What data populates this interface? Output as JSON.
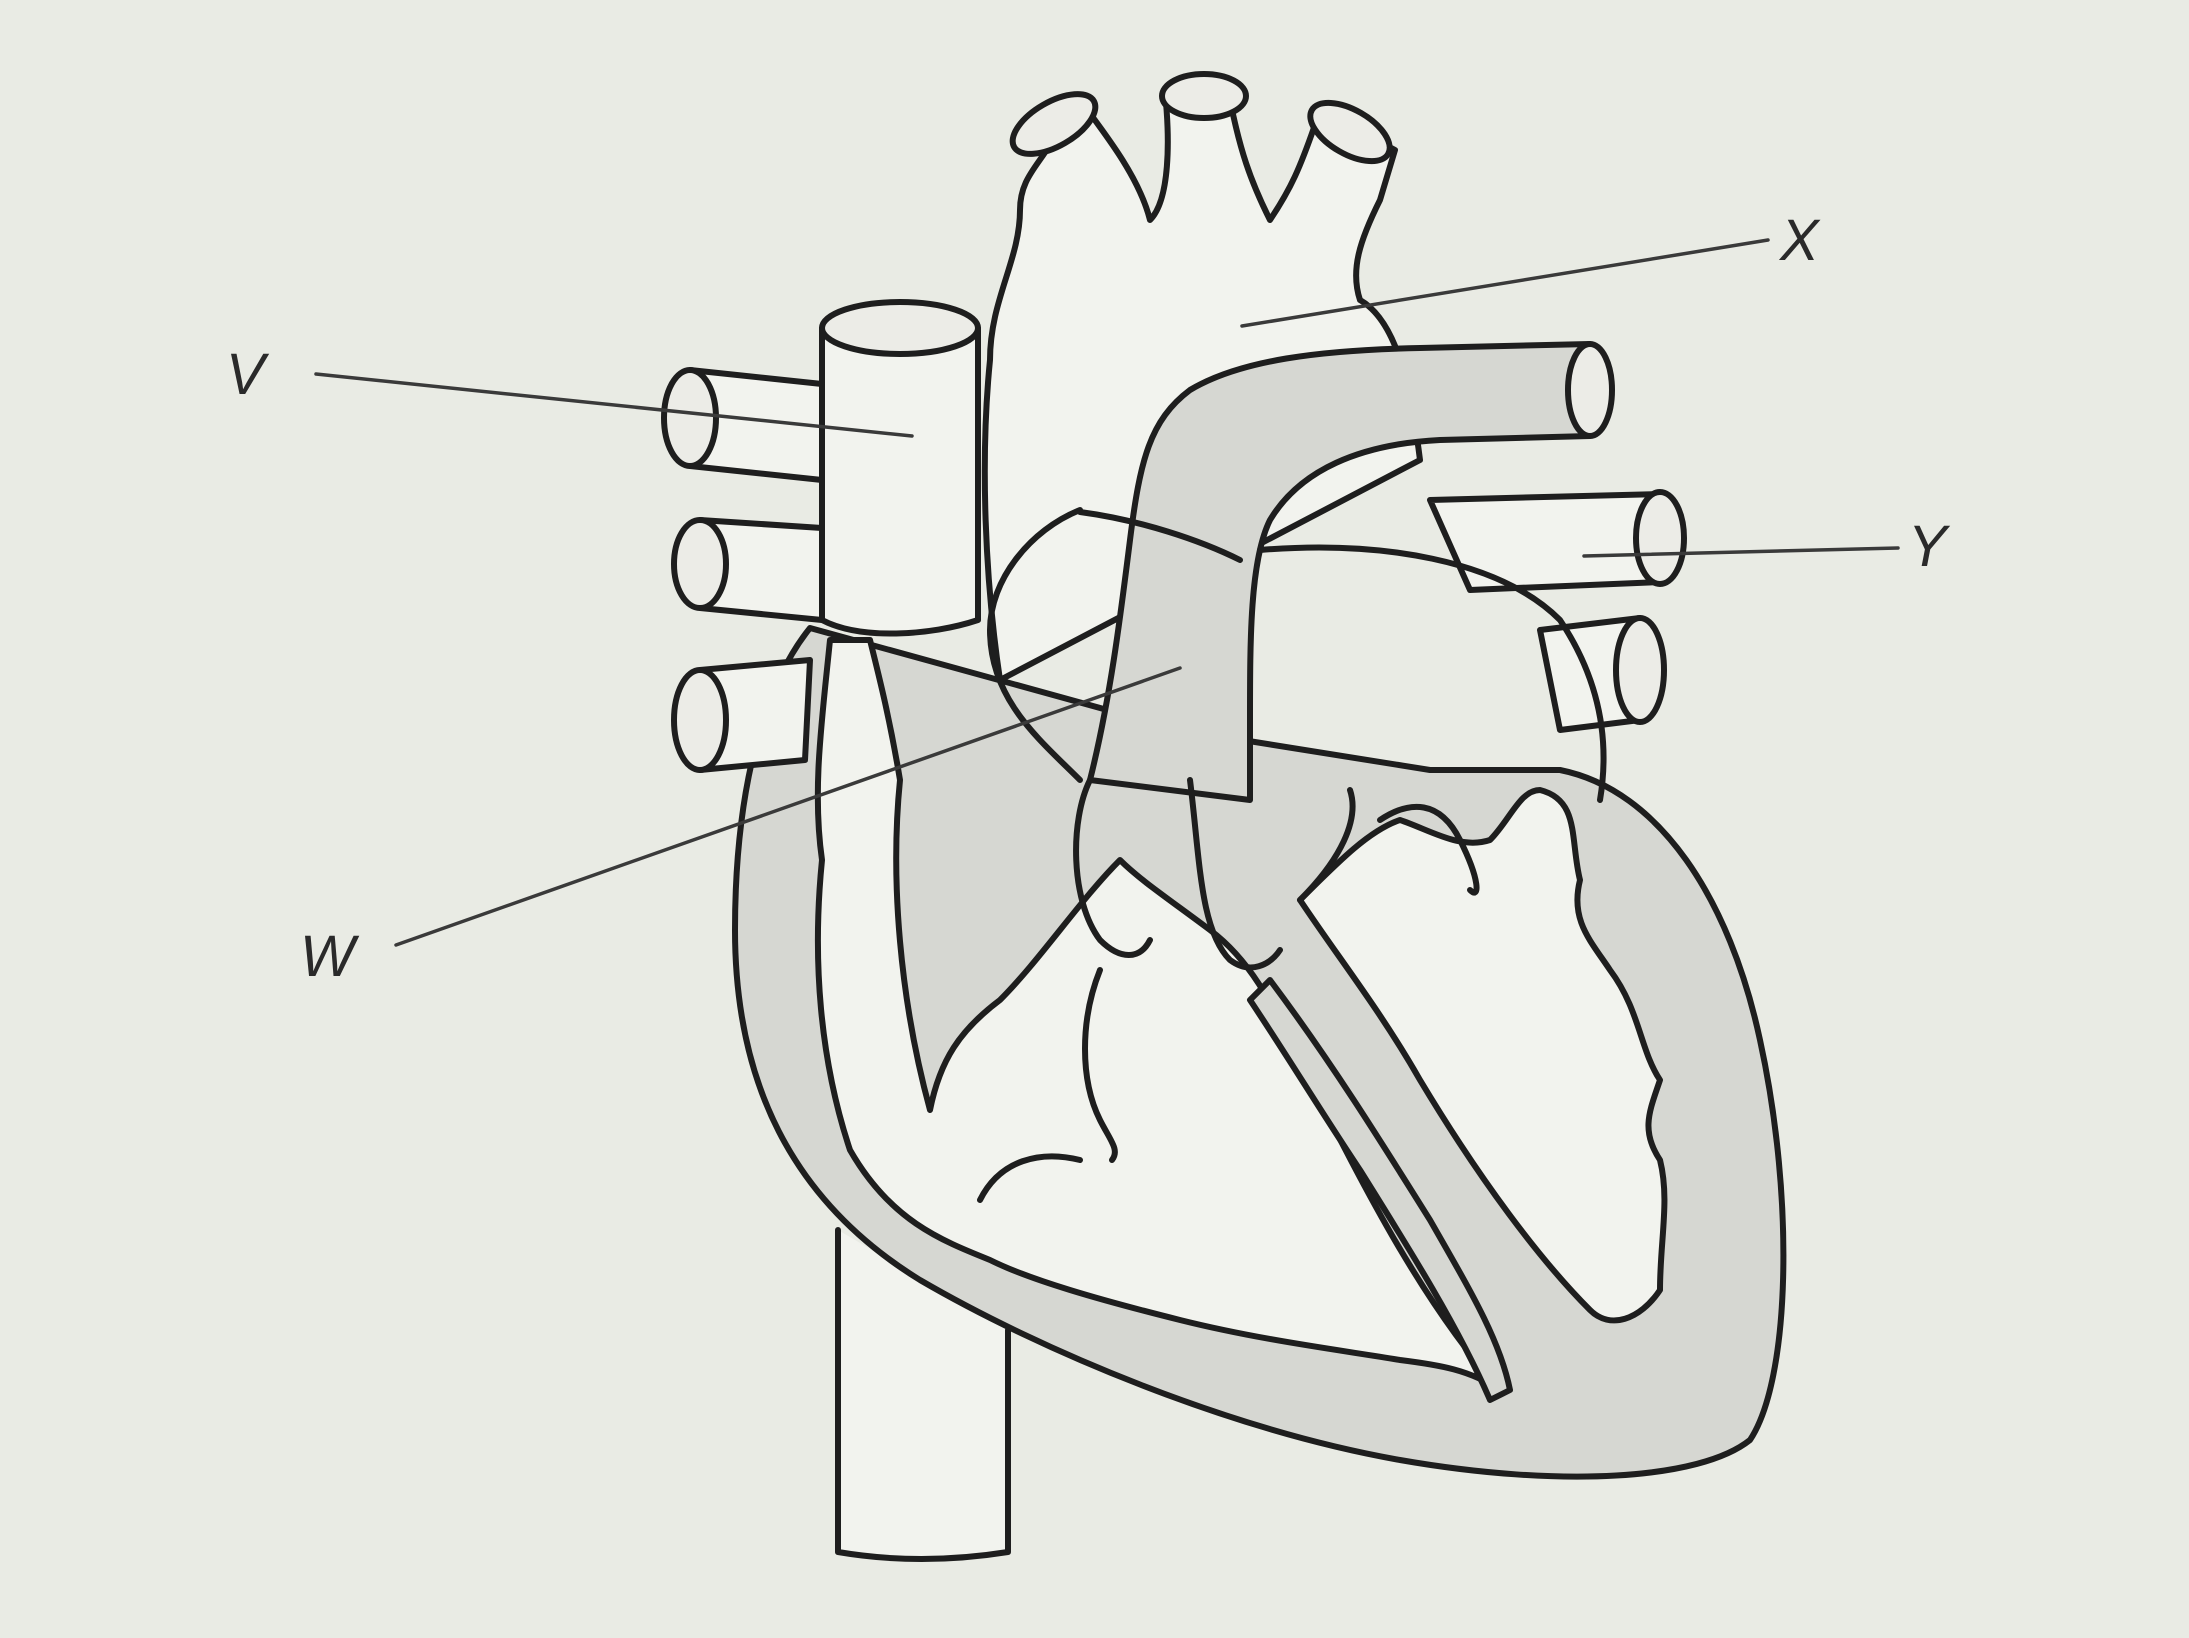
{
  "labels": {
    "v": "V",
    "w": "W",
    "x": "X",
    "y": "Y"
  },
  "colors": {
    "background": "#e9ebe4",
    "wall": "#d6d7d2",
    "outline": "#1e1e1e"
  }
}
